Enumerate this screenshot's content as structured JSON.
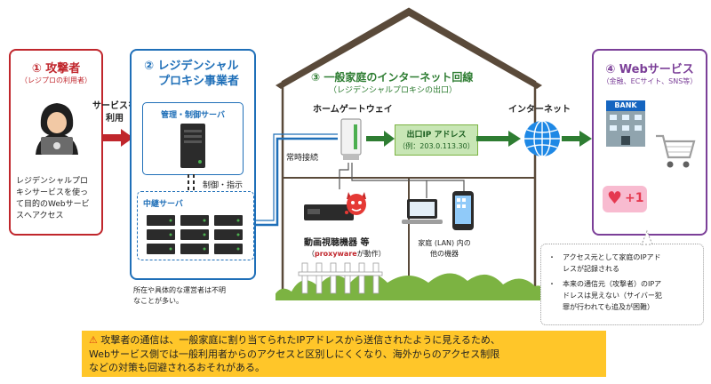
{
  "attacker": {
    "title": "① 攻撃者",
    "subtitle": "（レジプロの利用者）",
    "desc_lines": [
      "レジデンシャルプロ",
      "キシサービスを使っ",
      "て目的のWebサービ",
      "スへアクセス"
    ]
  },
  "use_service": {
    "line1": "サービスを",
    "line2": "利用"
  },
  "operator": {
    "title_line1": "② レジデンシャル",
    "title_line2": "プロキシ事業者",
    "control_server": "管理・制御サーバ",
    "control_label": "制御・指示",
    "relay_server": "中継サーバ",
    "note_line1": "所在や具体的な運営者は不明",
    "note_line2": "なことが多い。"
  },
  "home": {
    "title": "③ 一般家庭のインターネット回線",
    "subtitle": "（レジデンシャルプロキシの出口）",
    "gateway": "ホームゲートウェイ",
    "exit_ip_label": "出口IP アドレス",
    "exit_ip_example": "（例：203.0.113.30）",
    "always_on": "常時接続",
    "device_name": "動画視聴機器 等",
    "proxyware_word": "proxyware",
    "proxyware_suffix": "が動作）",
    "lan_line1": "家庭 (LAN) 内の",
    "lan_line2": "他の機器"
  },
  "internet": {
    "label": "インターネット"
  },
  "web": {
    "title": "④ Webサービス",
    "subtitle": "（金融、ECサイト、SNS等）",
    "bank_sign": "BANK",
    "like_count": "+1"
  },
  "notes": {
    "note1_line1": "アクセス元として家庭のIPアド",
    "note1_line2": "レスが記録される",
    "note2_line1": "本来の通信元（攻撃者）のIPア",
    "note2_line2": "ドレスは見えない（サイバー犯",
    "note2_line3": "罪が行われても追及が困難）"
  },
  "warning": {
    "line1": "攻撃者の通信は、一般家庭に割り当てられたIPアドレスから送信されたように見えるため、",
    "line2": "Webサービス側では一般利用者からのアクセスと区別しにくくなり、海外からのアクセス制限",
    "line3": "などの対策も回避されるおそれがある。"
  },
  "colors": {
    "attacker_border": "#c0262c",
    "operator_border": "#1f6fb8",
    "home_accent": "#2e7d32",
    "web_border": "#7b3f98",
    "warning_bg": "#ffc629"
  }
}
